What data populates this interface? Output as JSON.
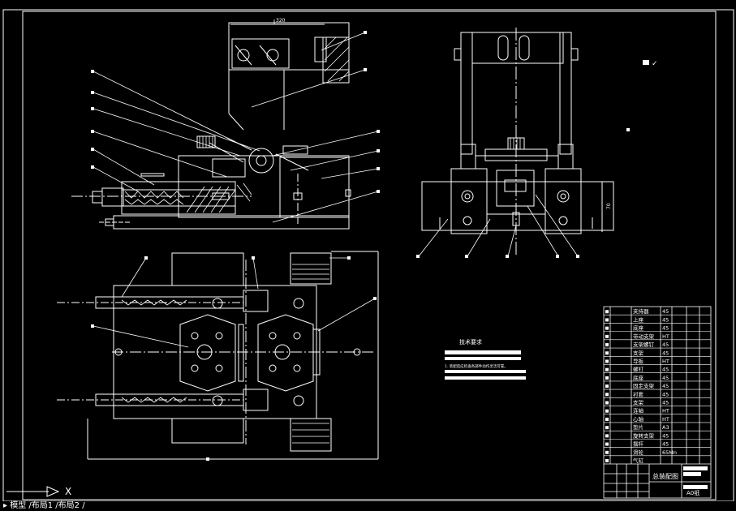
{
  "drawing": {
    "dim_top": "320",
    "dim_side": "70",
    "tech_title": "技术要求",
    "tech_line": "1. 装配后应检查各部件动作灵活可靠。",
    "ucs_label": "X",
    "corner_mark": "✓"
  },
  "title_block": {
    "drawing_name": "总装配图",
    "sheet_size": "A0纸",
    "parts": [
      {
        "name": "夹持器",
        "material": "45"
      },
      {
        "name": "上座",
        "material": "45"
      },
      {
        "name": "底座",
        "material": "45"
      },
      {
        "name": "带动支架",
        "material": "HT"
      },
      {
        "name": "支架螺钉",
        "material": "45"
      },
      {
        "name": "支架",
        "material": "45"
      },
      {
        "name": "导板",
        "material": "HT"
      },
      {
        "name": "螺钉",
        "material": "45"
      },
      {
        "name": "底座",
        "material": "45"
      },
      {
        "name": "固定支架",
        "material": "45"
      },
      {
        "name": "衬套",
        "material": "45"
      },
      {
        "name": "支架",
        "material": "45"
      },
      {
        "name": "连轴",
        "material": "HT"
      },
      {
        "name": "心轴",
        "material": "HT"
      },
      {
        "name": "垫片",
        "material": "A3"
      },
      {
        "name": "旋转支架",
        "material": "45"
      },
      {
        "name": "摆杆",
        "material": "45"
      },
      {
        "name": "滑轮",
        "material": "65Mn"
      },
      {
        "name": "气缸",
        "material": ""
      }
    ]
  },
  "status_bar": {
    "tabs": "▸ 模型 /布局1 /布局2 /"
  },
  "colors": {
    "background": "#000000",
    "line": "#ffffff"
  }
}
